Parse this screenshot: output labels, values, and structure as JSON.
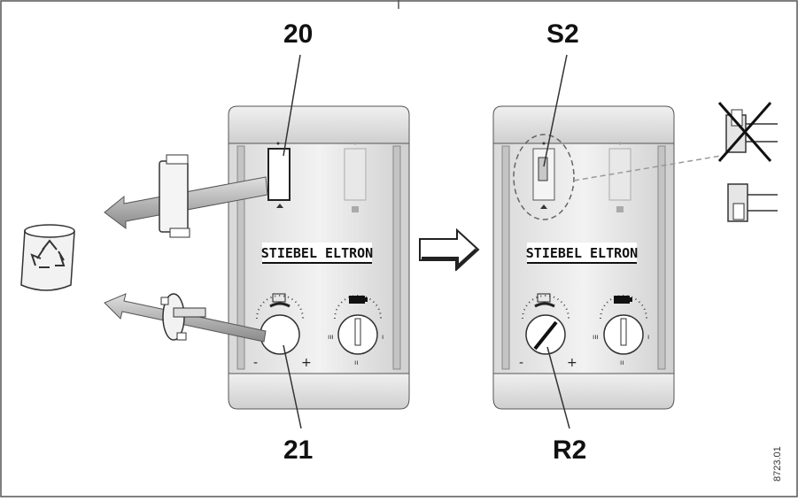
{
  "labels": {
    "top_left": "20",
    "top_right": "S2",
    "bottom_left": "21",
    "bottom_right": "R2"
  },
  "brand": "STIEBEL ELTRON",
  "drawing_code": "8723.01",
  "dial_marks": {
    "minus": "-",
    "plus": "+",
    "low": "ııı",
    "high": "ı",
    "mid": "ıı"
  }
}
